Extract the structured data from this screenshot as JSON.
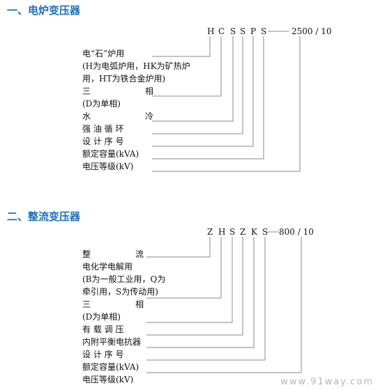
{
  "section1": {
    "title": "一、电炉变压器",
    "code_letters": [
      "H",
      "C",
      "S",
      "S",
      "P",
      "S"
    ],
    "rating": "2500 / 10",
    "items": [
      {
        "text": "电“石”炉用",
        "spread": false
      },
      {
        "text": "(H为电弧炉用，HK为矿热炉",
        "spread": false
      },
      {
        "text": "用，HT为铁合金炉用)",
        "spread": false
      },
      {
        "left": "三",
        "right": "相",
        "spread": true
      },
      {
        "text": "(D为单相)",
        "spread": false
      },
      {
        "left": "水",
        "right": "冷",
        "spread": true
      },
      {
        "text": "强 油 循 环",
        "spread": false
      },
      {
        "text": "设 计 序 号",
        "spread": false
      },
      {
        "text": "额定容量(kVA)",
        "spread": false
      },
      {
        "text": "电压等级(kV)",
        "spread": false
      }
    ]
  },
  "section2": {
    "title": "二、整流变压器",
    "code_letters": [
      "Z",
      "H",
      "S",
      "Z",
      "K",
      "S"
    ],
    "rating": "800 / 10",
    "items": [
      {
        "left": "整",
        "right": "流",
        "spread": true
      },
      {
        "text": "电化学电解用",
        "spread": false
      },
      {
        "text": "(B为一般工业用，Q为",
        "spread": false
      },
      {
        "text": "牵引用，S为传动用)",
        "spread": false
      },
      {
        "left": "三",
        "right": "相",
        "spread": true
      },
      {
        "text": "(D为单相)",
        "spread": false
      },
      {
        "text": "有 载 调 压",
        "spread": false
      },
      {
        "text": "内附平衡电抗器",
        "spread": false
      },
      {
        "text": "设 计 序 号",
        "spread": false
      },
      {
        "text": "额定容量(kVA)",
        "spread": false
      },
      {
        "text": "电压等级(kV)",
        "spread": false
      }
    ]
  },
  "watermark": "www.91way.com"
}
